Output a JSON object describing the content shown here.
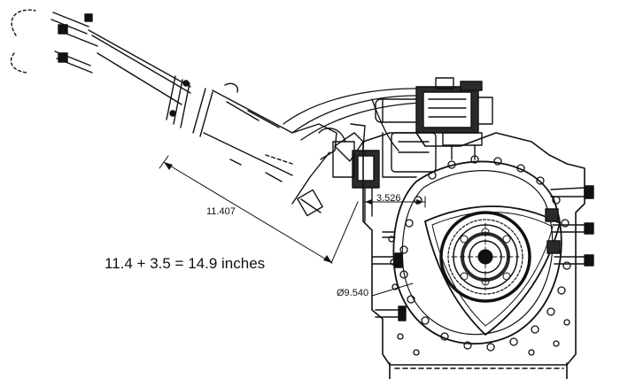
{
  "diagram": {
    "dimensions": {
      "length_a": "11.407",
      "length_b": "3.526",
      "rotor_diameter": "Ø9.540"
    },
    "formula": "11.4 + 3.5 = 14.9 inches",
    "colors": {
      "ink": "#111111",
      "background": "#ffffff",
      "shade": "#2a2a2a"
    }
  }
}
